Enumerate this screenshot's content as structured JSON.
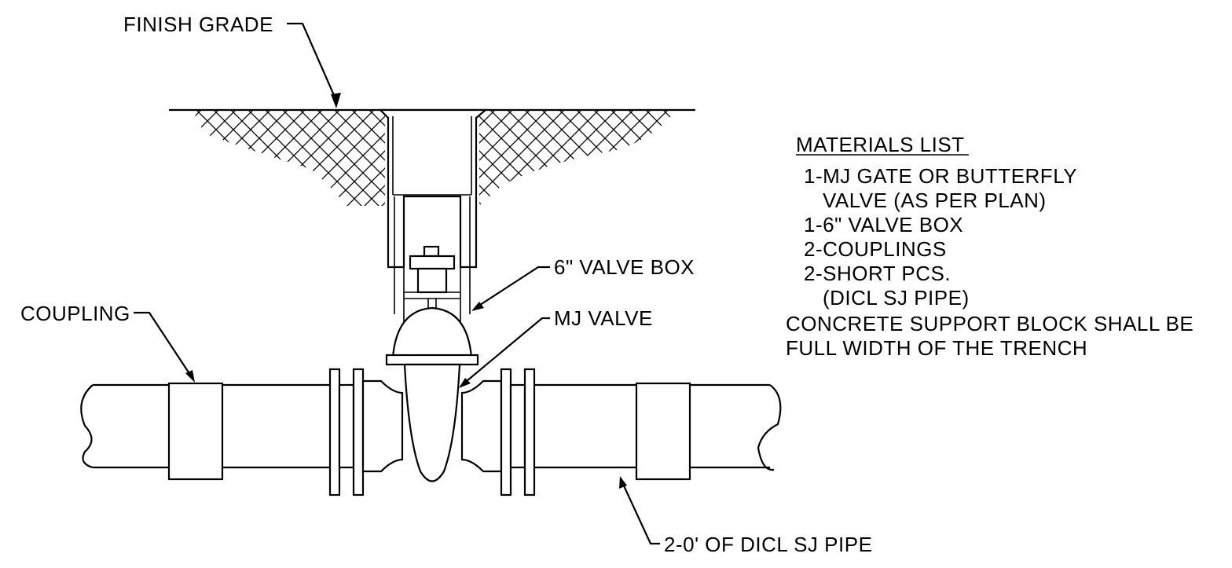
{
  "labels": {
    "finish_grade": "FINISH GRADE",
    "valve_box": "6\" VALVE BOX",
    "mj_valve": "MJ VALVE",
    "coupling": "COUPLING",
    "pipe": "2-0' OF DICL SJ PIPE"
  },
  "materials": {
    "title": "MATERIALS LIST",
    "items": [
      "1-MJ GATE OR BUTTERFLY",
      "VALVE (AS PER PLAN)",
      "1-6\" VALVE BOX",
      "2-COUPLINGS",
      "2-SHORT PCS.",
      "(DICL SJ PIPE)",
      "CONCRETE SUPPORT BLOCK SHALL BE",
      "FULL WIDTH OF THE TRENCH"
    ]
  }
}
